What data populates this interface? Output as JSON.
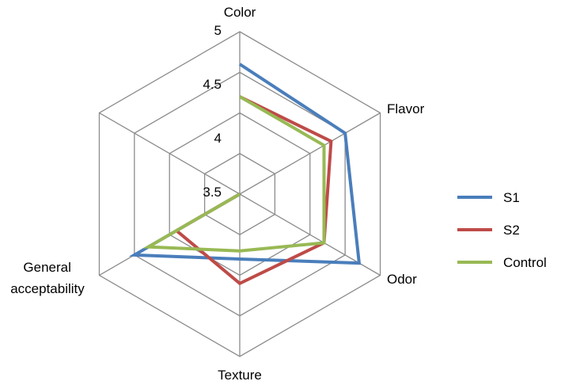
{
  "chart_data": {
    "type": "radar",
    "title": "",
    "axes": [
      "Color",
      "Flavor",
      "Odor",
      "Texture",
      "General acceptability"
    ],
    "rlim": [
      3,
      5
    ],
    "tick_values": [
      3.5,
      4,
      4.5,
      5
    ],
    "tick_labels": [
      "3.5",
      "4",
      "4.5",
      "5"
    ],
    "grid": true,
    "legend_position": "right",
    "series": [
      {
        "name": "S1",
        "color": "#4a7ebb",
        "values": [
          4.6,
          4.5,
          4.7,
          3.8,
          4.5,
          3.0
        ]
      },
      {
        "name": "S2",
        "color": "#be4b48",
        "values": [
          4.2,
          4.3,
          4.2,
          4.1,
          3.9,
          3.0
        ]
      },
      {
        "name": "Control",
        "color": "#98b954",
        "values": [
          4.2,
          4.2,
          4.2,
          3.7,
          4.3,
          3.0
        ]
      }
    ]
  }
}
